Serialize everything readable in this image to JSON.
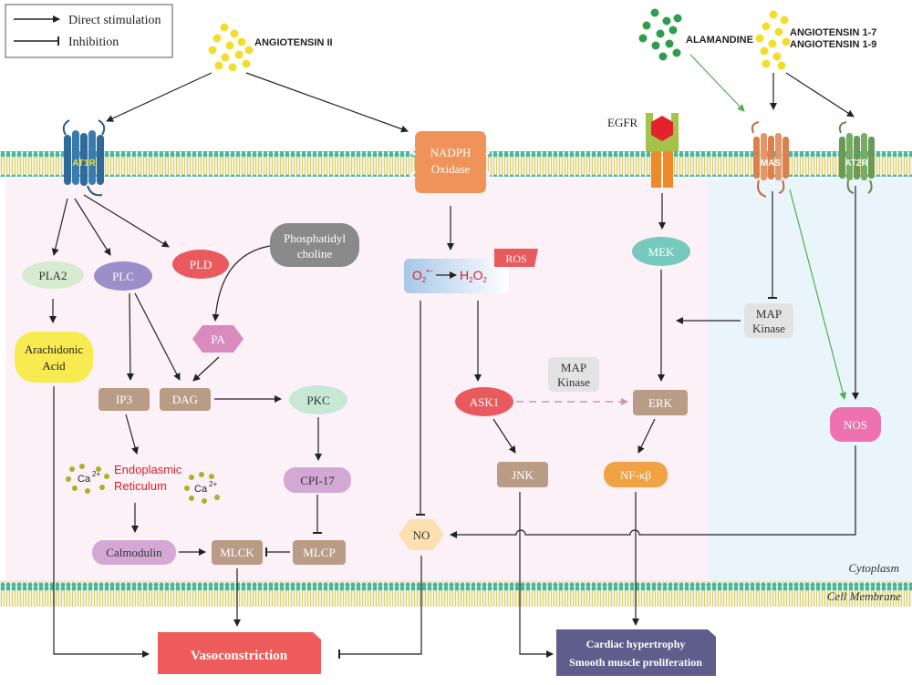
{
  "legend": {
    "direct": "Direct stimulation",
    "inhibition": "Inhibition"
  },
  "ligands": {
    "ang2": "ANGIOTENSIN II",
    "alamandine": "ALAMANDINE",
    "ang17": "ANGIOTENSIN 1-7",
    "ang19": "ANGIOTENSIN 1-9"
  },
  "receptors": {
    "at1r": "AT1R",
    "mas": "MAS",
    "at2r": "AT2R",
    "egfr": "EGFR"
  },
  "nodes": {
    "nadph_1": "NADPH",
    "nadph_2": "Oxidase",
    "pla2": "PLA2",
    "plc": "PLC",
    "pld": "PLD",
    "phos_1": "Phosphatidyl",
    "phos_2": "choline",
    "pa": "PA",
    "arach_1": "Arachidonic",
    "arach_2": "Acid",
    "ip3": "IP3",
    "dag": "DAG",
    "pkc": "PKC",
    "er_1": "Endoplasmic",
    "er_2": "Reticulum",
    "ca_a": "Ca",
    "ca_b": "Ca",
    "ca_charge": "2+",
    "cpi17": "CPI-17",
    "calmodulin": "Calmodulin",
    "mlck": "MLCK",
    "mlcp": "MLCP",
    "ros": "ROS",
    "o2": "O",
    "o2_sub": "2",
    "o2_sup": "•−",
    "h2o2_h": "H",
    "h2o2_sub": "2",
    "h2o2_o": "O",
    "ask1": "ASK1",
    "mapk_mid_1": "MAP",
    "mapk_mid_2": "Kinase",
    "jnk": "JNK",
    "mek": "MEK",
    "erk": "ERK",
    "nfkb": "NF-κβ",
    "mapk_right_1": "MAP",
    "mapk_right_2": "Kinase",
    "nos": "NOS",
    "no": "NO"
  },
  "regions": {
    "cytoplasm": "Cytoplasm",
    "membrane": "Cell Membrane"
  },
  "outcomes": {
    "vaso": "Vasoconstriction",
    "cardiac_1": "Cardiac hypertrophy",
    "cardiac_2": "Smooth muscle proliferation"
  },
  "colors": {
    "membrane_teal": "#3fb6a8",
    "membrane_yellow": "#e8e2a8",
    "pink_bg": "#fbf1f7",
    "blue_bg": "#e9f5fa",
    "vaso": "#ee5b5b",
    "cardiac": "#5f5d8c"
  }
}
